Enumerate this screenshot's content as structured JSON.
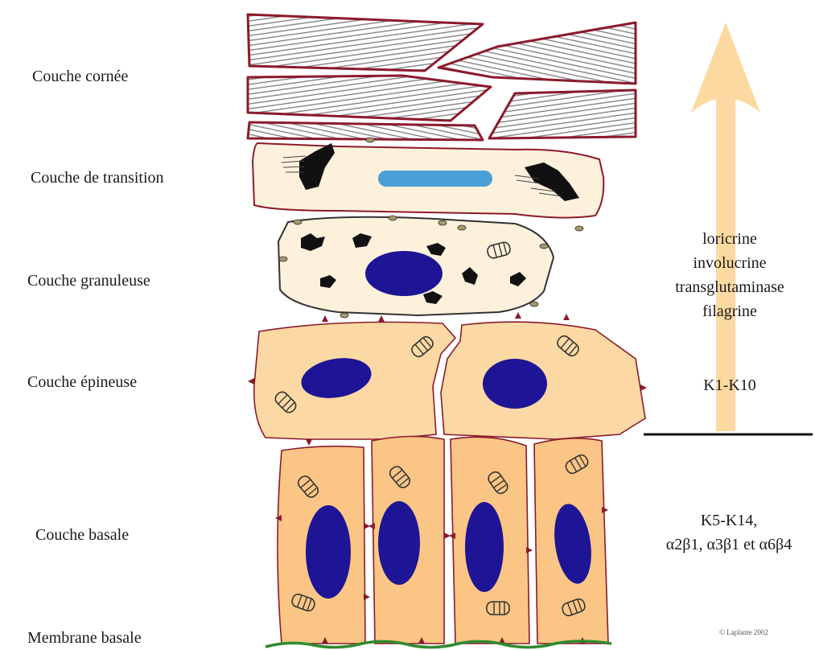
{
  "layers": {
    "cornee": "Couche cornée",
    "transition": "Couche de transition",
    "granuleuse": "Couche granuleuse",
    "epineuse": "Couche épineuse",
    "basale": "Couche basale",
    "membrane": "Membrane basale"
  },
  "markers": {
    "differentiation": [
      "loricrine",
      "involucrine",
      "transglutaminase",
      "filagrine"
    ],
    "spinous_keratins": "K1-K10",
    "basal_keratins": "K5-K14,",
    "basal_integrins": "α2β1, α3β1 et α6β4"
  },
  "credit": "© Laplante 2002",
  "colors": {
    "cornified_outline": "#8b1a2b",
    "cell_fill_light": "#fdf1dc",
    "cell_fill": "#fcd9a4",
    "basal_fill": "#fbc585",
    "nucleus": "#1e1496",
    "granule_blue": "#4a9fd6",
    "arrow": "#fcd9a0",
    "membrane": "#2e8b2e"
  }
}
